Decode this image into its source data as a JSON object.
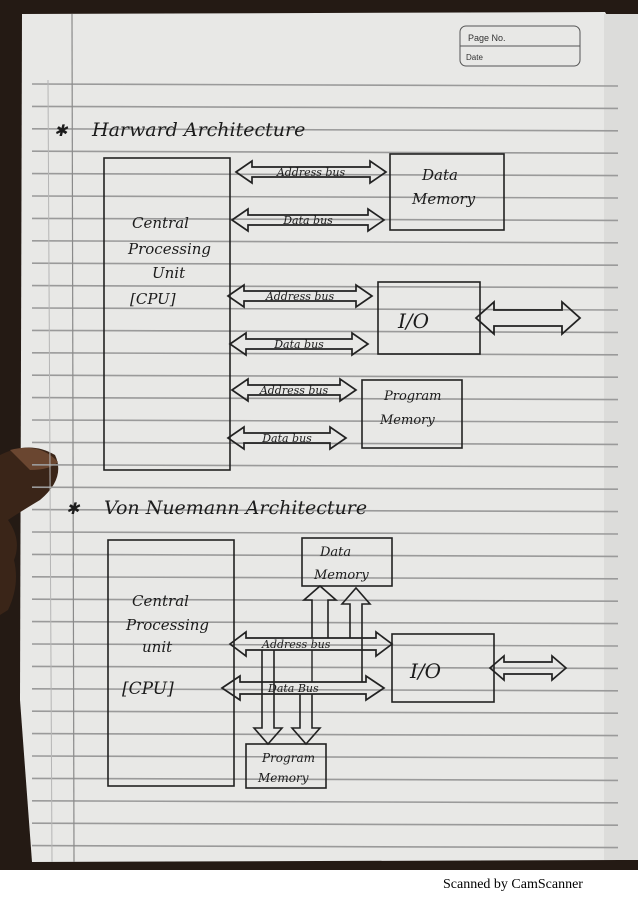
{
  "header": {
    "page_no_label": "Page No.",
    "date_label": "Date"
  },
  "harvard": {
    "title": "Harward Architecture",
    "cpu": [
      "Central",
      "Processing",
      "Unit",
      "[CPU]"
    ],
    "data_memory": [
      "Data",
      "Memory"
    ],
    "io": "I/O",
    "program_memory": [
      "Program",
      "Memory"
    ],
    "buses": [
      "Address bus",
      "Data bus",
      "Address bus",
      "Data bus",
      "Address bus",
      "Data bus"
    ]
  },
  "von": {
    "title": "Von Nuemann Architecture",
    "cpu": [
      "Central",
      "Processing",
      "unit",
      "[CPU]"
    ],
    "data_memory": [
      "Data",
      "Memory"
    ],
    "io": "I/O",
    "program_memory": [
      "Program",
      "Memory"
    ],
    "address_bus": "Address bus",
    "data_bus": "Data Bus"
  },
  "footer": "Scanned by CamScanner"
}
